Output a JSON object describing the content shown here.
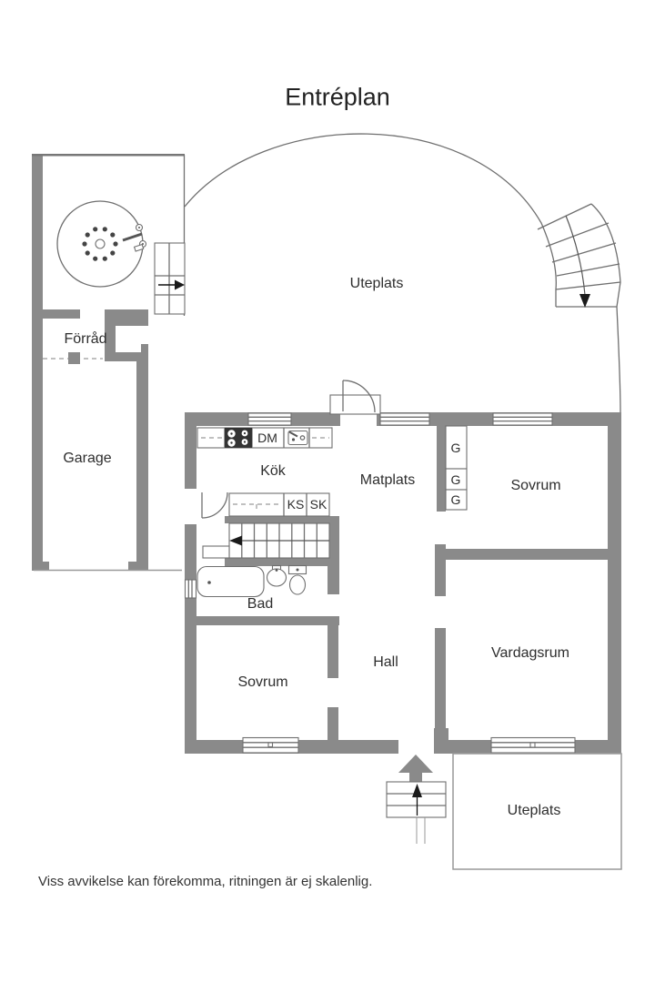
{
  "title": "Entréplan",
  "disclaimer": "Viss avvikelse kan förekomma, ritningen är ej skalenlig.",
  "rooms": {
    "patio_top": "Uteplats",
    "storage": "Förråd",
    "garage": "Garage",
    "kitchen": "Kök",
    "dining": "Matplats",
    "bedroom_ne": "Sovrum",
    "bathroom": "Bad",
    "hall": "Hall",
    "living_room": "Vardagsrum",
    "bedroom_sw": "Sovrum",
    "patio_bottom": "Uteplats"
  },
  "fixture_labels": {
    "dishwasher": "DM",
    "fridge": "KS",
    "pantry": "SK",
    "wardrobe": "G"
  },
  "icons": {
    "stove": "stove-icon",
    "sink": "sink-icon",
    "bathtub": "bathtub-icon",
    "washbasin": "washbasin-icon",
    "toilet": "toilet-icon",
    "entry_arrow": "entry-arrow-icon",
    "stairs_down_arrow": "stairs-direction-arrow-icon"
  },
  "colors": {
    "wall": "#8a8a8a",
    "thin_line": "#6f6f6f",
    "text": "#2e2e2e",
    "background": "#ffffff"
  }
}
